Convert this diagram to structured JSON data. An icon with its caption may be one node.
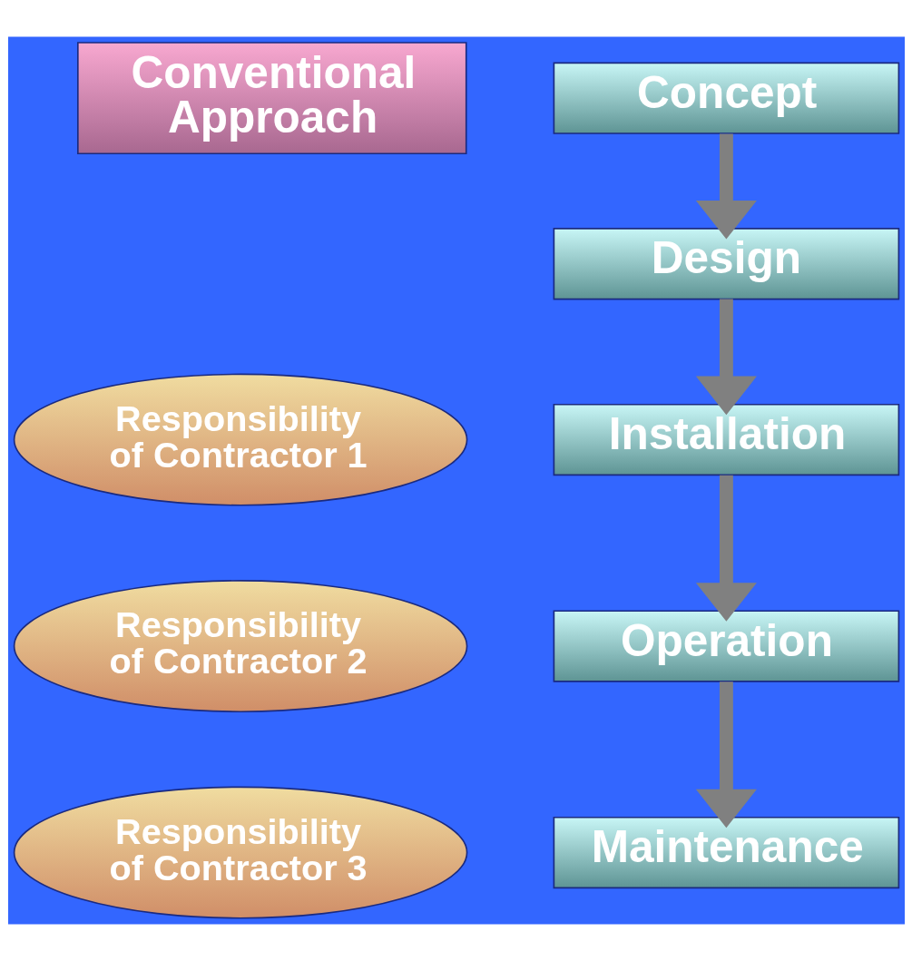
{
  "diagram": {
    "nodes": [
      {
        "text": [
          "Concept"
        ]
      },
      {
        "text": [
          "Conventional Approach"
        ]
      },
      {
        "text": [
          "Design"
        ]
      },
      {
        "text": [
          "Responsibility of Contractor 1"
        ]
      },
      {
        "text": [
          "Installation"
        ]
      },
      {
        "text": [
          "Responsibility of Contractor 2"
        ]
      },
      {
        "text": [
          "Operation"
        ]
      },
      {
        "text": [
          "Responsibility of Contractor 3"
        ]
      },
      {
        "text": [
          "Maintenance"
        ]
      }
    ],
    "edges": [
      {
        "from": 0,
        "to": 2,
        "arrow": "to"
      },
      {
        "from": 2,
        "to": 4,
        "arrow": "to"
      },
      {
        "from": 4,
        "to": 6,
        "arrow": "to"
      },
      {
        "from": 6,
        "to": 8,
        "arrow": "to"
      }
    ]
  }
}
